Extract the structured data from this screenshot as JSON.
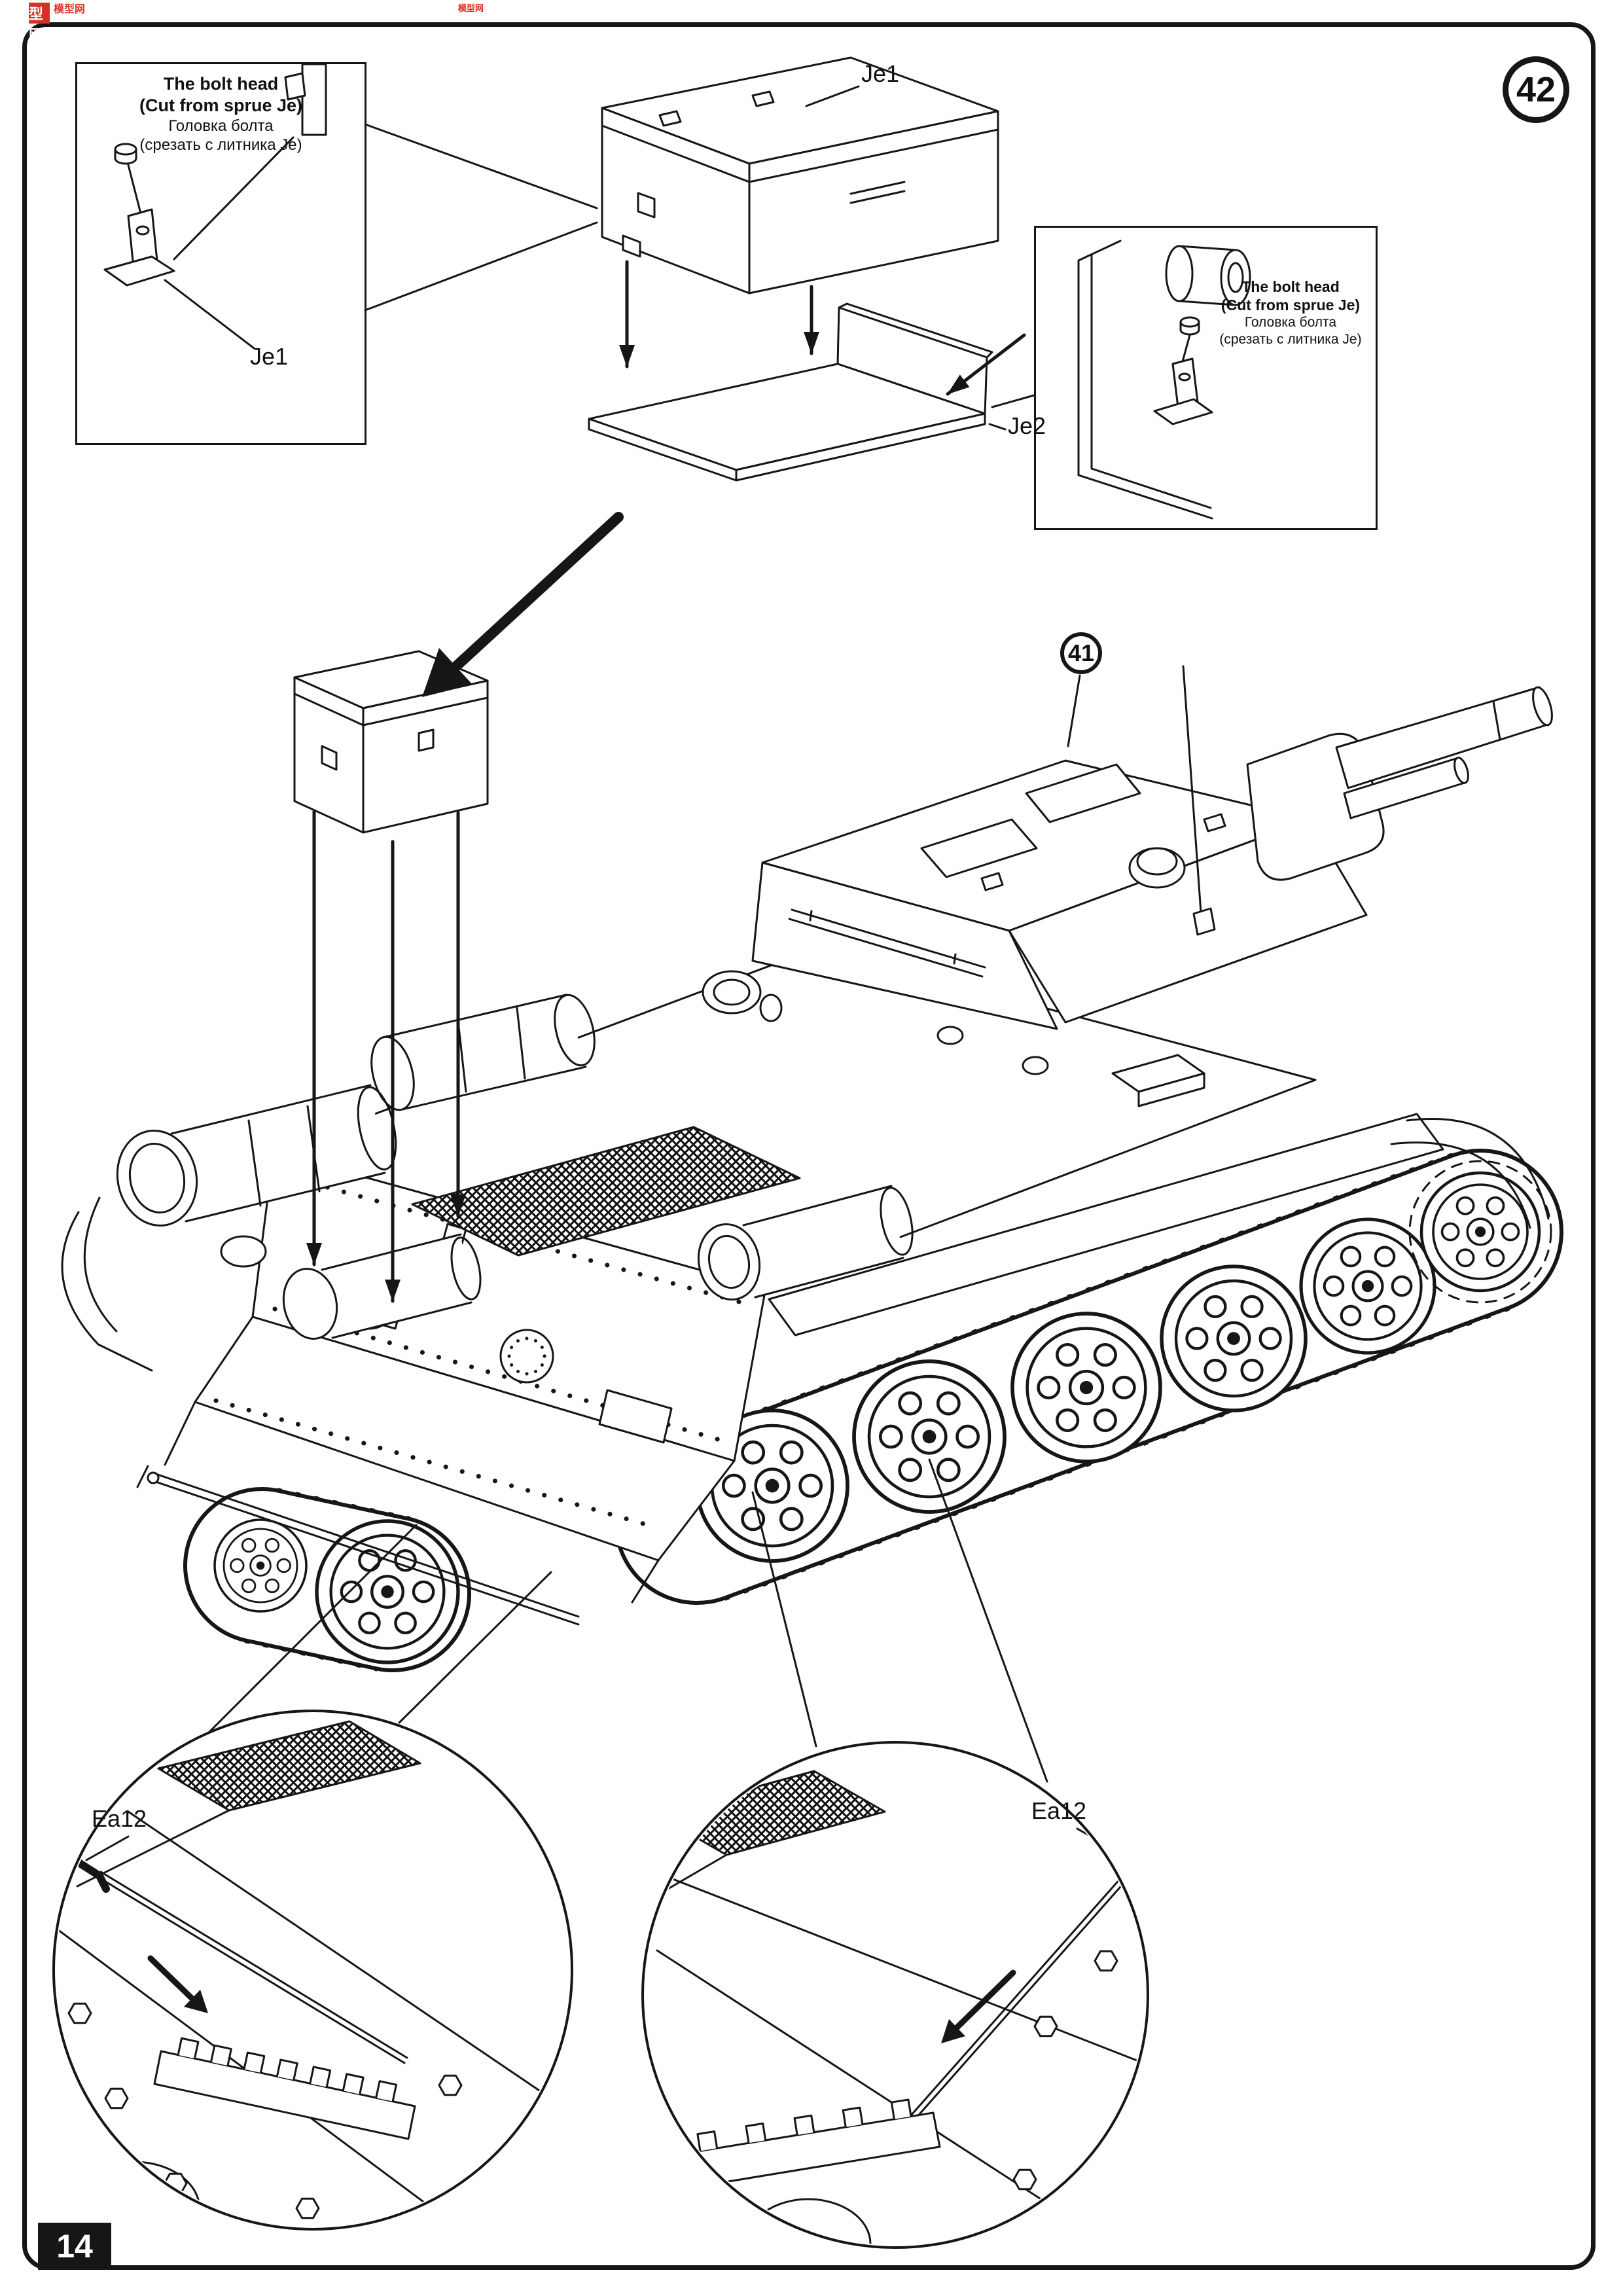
{
  "page": {
    "step": "42",
    "number": "14"
  },
  "watermark": {
    "text": "模型网"
  },
  "insets": {
    "left": {
      "en1": "The bolt head",
      "en2": "(Cut from sprue Je)",
      "ru1": "Головка болта",
      "ru2": "(срезать с литника Je)",
      "part": "Je1"
    },
    "right": {
      "en1": "The bolt head",
      "en2": "(Cut from sprue Je)",
      "ru1": "Головка болта",
      "ru2": "(срезать с литника Je)"
    }
  },
  "labels": {
    "box": "Je1",
    "tray": "Je2",
    "hull_callout": "41",
    "detail_left": "Ea12",
    "detail_right": "Ea12"
  }
}
